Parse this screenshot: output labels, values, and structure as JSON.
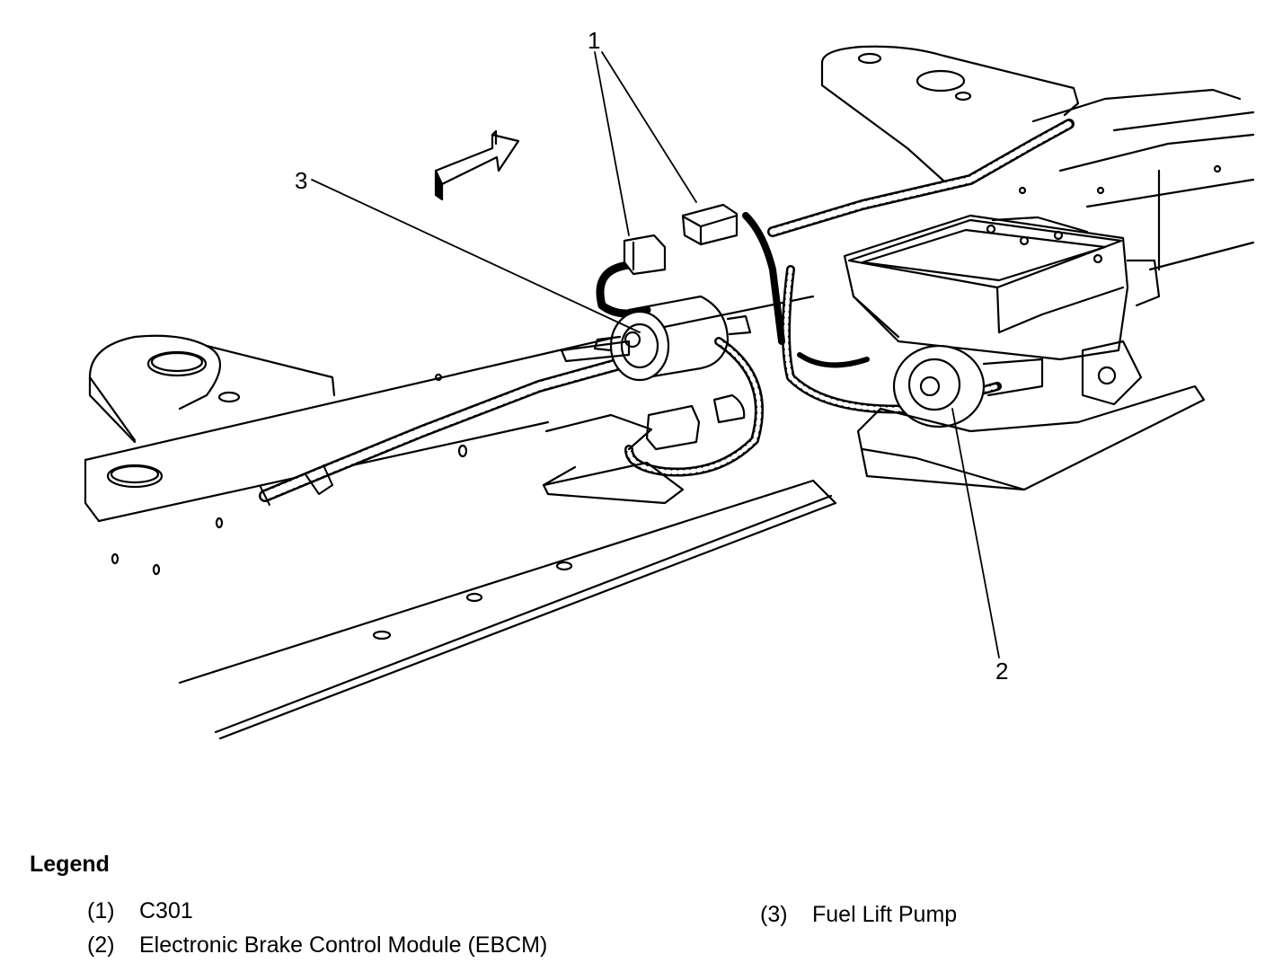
{
  "callouts": {
    "c1": "1",
    "c2": "2",
    "c3": "3"
  },
  "legend": {
    "heading": "Legend",
    "items": [
      {
        "number": "(1)",
        "label": "C301"
      },
      {
        "number": "(2)",
        "label": "Electronic Brake Control Module (EBCM)"
      },
      {
        "number": "(3)",
        "label": "Fuel Lift Pump"
      }
    ]
  }
}
